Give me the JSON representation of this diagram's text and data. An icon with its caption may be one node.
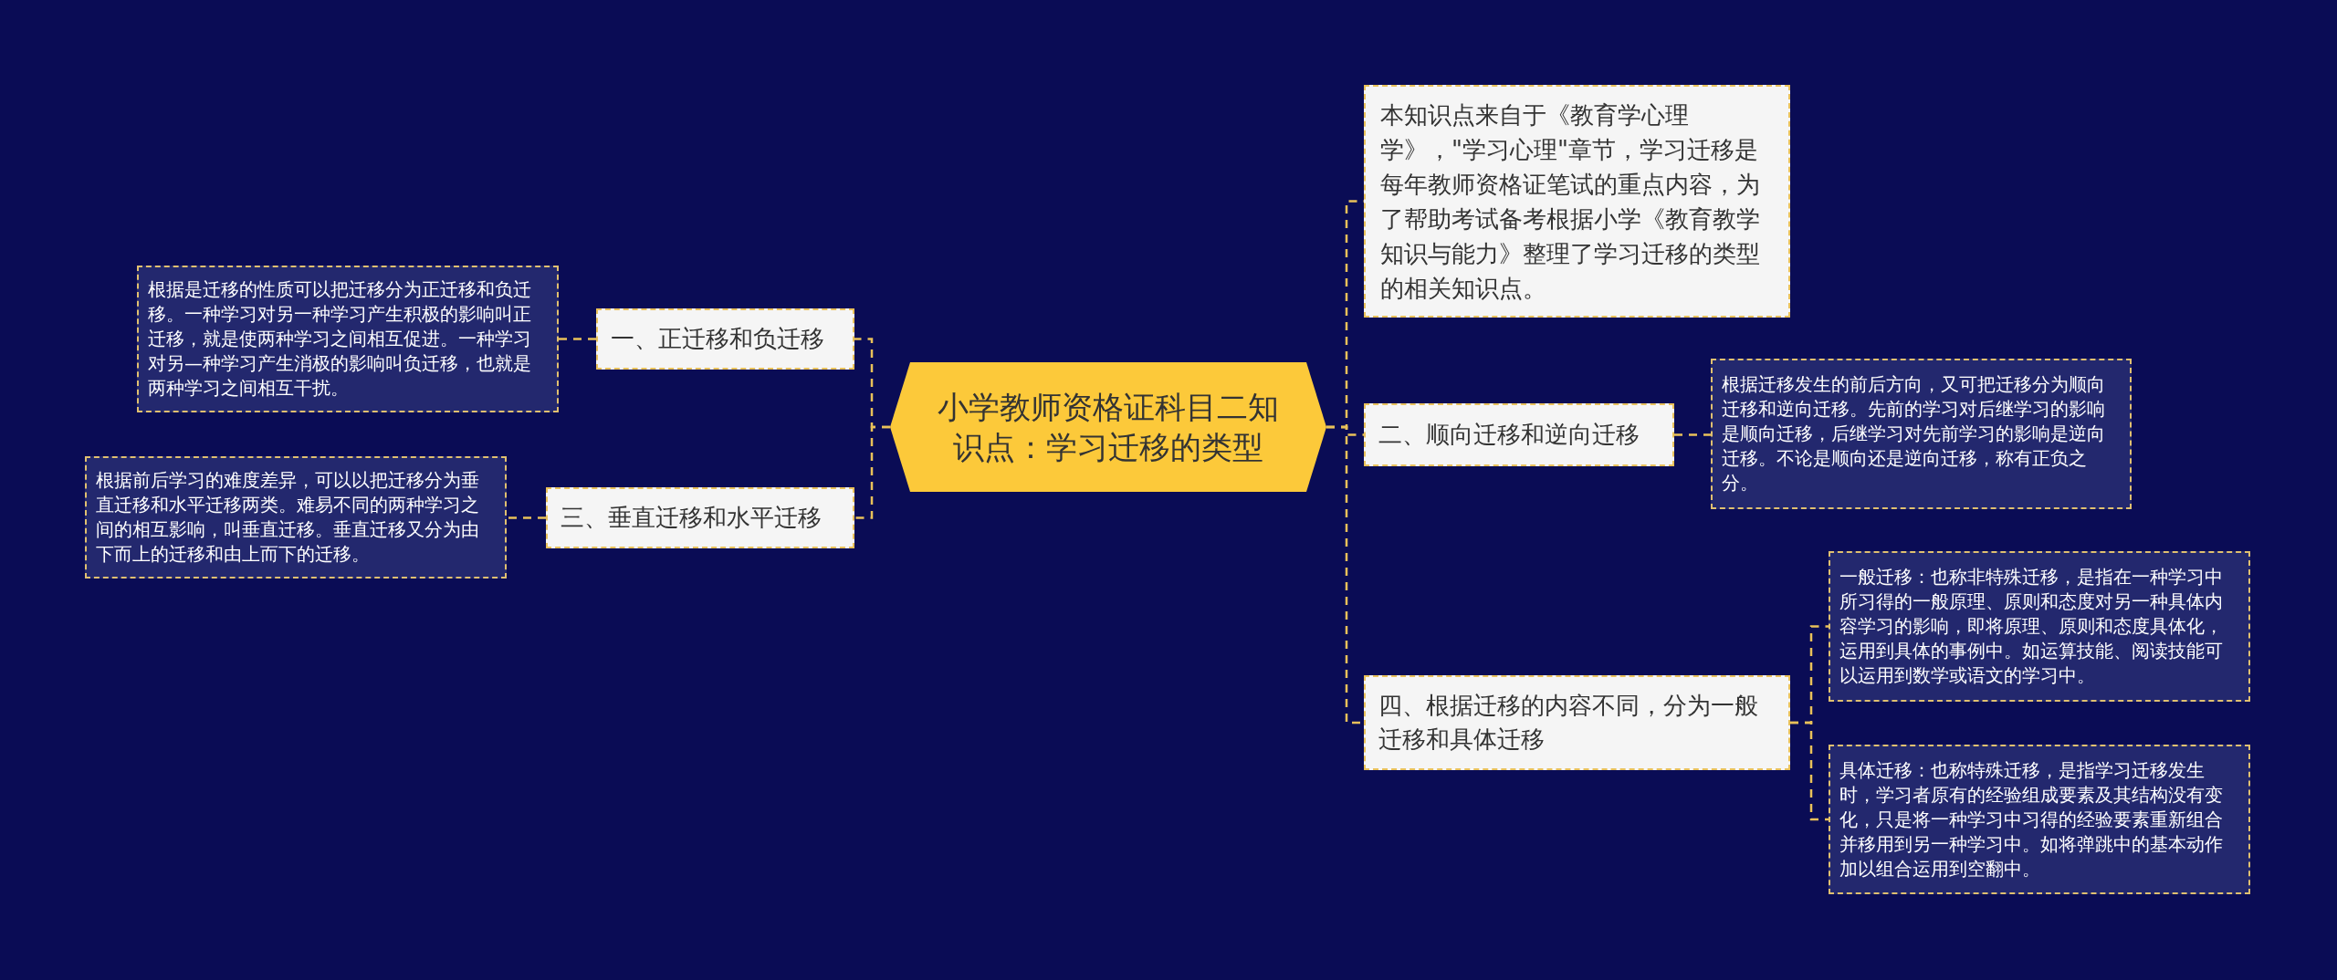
{
  "diagram": {
    "nodes": [
      {
        "text": [
          "小学教师资格证科目二知识点：学习迁移的类型"
        ]
      },
      {
        "text": [
          "本知识点来自于《教育学心理学》，\"学习心理\"章节，学习迁移是每年教师资格证笔试的重点内容，为了帮助考试备考根据小学《教育教学知识与能力》整理了学习迁移的类型的相关知识点。"
        ]
      },
      {
        "text": [
          "二、顺向迁移和逆向迁移"
        ]
      },
      {
        "text": [
          "根据迁移发生的前后方向，又可把迁移分为顺向迁移和逆向迁移。先前的学习对后继学习的影响是顺向迁移，后继学习对先前学习的影响是逆向迁移。不论是顺向还是逆向迁移，称有正负之分。"
        ]
      },
      {
        "text": [
          "四、根据迁移的内容不同，分为一般迁移和具体迁移"
        ]
      },
      {
        "text": [
          "一般迁移：也称非特殊迁移，是指在一种学习中所习得的一般原理、原则和态度对另一种具体内容学习的影响，即将原理、原则和态度具体化，运用到具体的事例中。如运算技能、阅读技能可以运用到数学或语文的学习中。"
        ]
      },
      {
        "text": [
          "具体迁移：也称特殊迁移，是指学习迁移发生时，学习者原有的经验组成要素及其结构没有变化，只是将一种学习中习得的经验要素重新组合并移用到另一种学习中。如将弹跳中的基本动作加以组合运用到空翻中。"
        ]
      },
      {
        "text": [
          "一、正迁移和负迁移"
        ]
      },
      {
        "text": [
          "根据是迁移的性质可以把迁移分为正迁移和负迁移。一种学习对另一种学习产生积极的影响叫正迁移，就是使两种学习之间相互促进。一种学习对另—种学习产生消极的影响叫负迁移，也就是两种学习之间相互干扰。"
        ]
      },
      {
        "text": [
          "三、垂直迁移和水平迁移"
        ]
      },
      {
        "text": [
          "根据前后学习的难度差异，可以以把迁移分为垂直迁移和水平迁移两类。难易不同的两种学习之间的相互影响，叫垂直迁移。垂直迁移又分为由下而上的迁移和由上而下的迁移。"
        ]
      }
    ],
    "edges": [
      {
        "from": 0,
        "to": 1,
        "arrow": "none"
      },
      {
        "from": 0,
        "to": 2,
        "arrow": "none"
      },
      {
        "from": 0,
        "to": 4,
        "arrow": "none"
      },
      {
        "from": 2,
        "to": 3,
        "arrow": "none"
      },
      {
        "from": 4,
        "to": 5,
        "arrow": "none"
      },
      {
        "from": 4,
        "to": 6,
        "arrow": "none"
      },
      {
        "from": 0,
        "to": 7,
        "arrow": "none"
      },
      {
        "from": 0,
        "to": 9,
        "arrow": "none"
      },
      {
        "from": 7,
        "to": 8,
        "arrow": "none"
      },
      {
        "from": 9,
        "to": 10,
        "arrow": "none"
      }
    ]
  }
}
